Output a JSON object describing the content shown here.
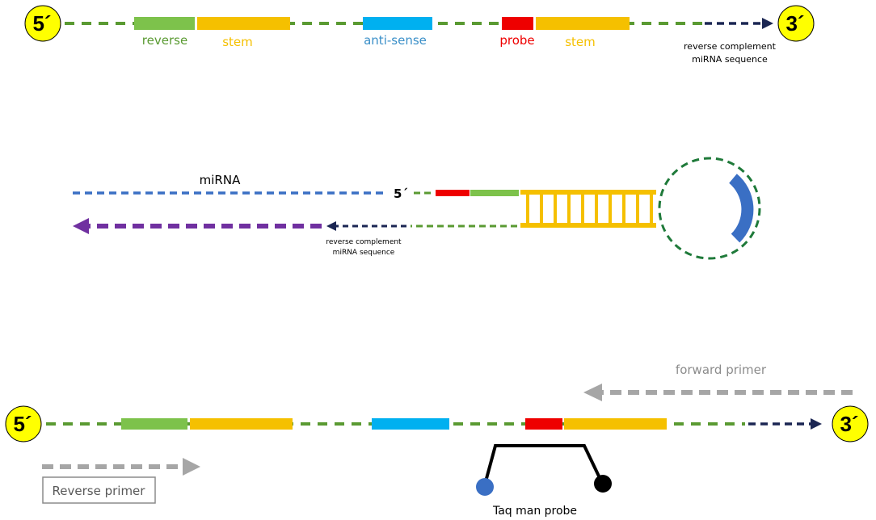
{
  "colors": {
    "green": "#5a9a32",
    "light_green": "#7dc24b",
    "orange": "#f5c000",
    "cyan": "#00b0f0",
    "red": "#ee0000",
    "navy": "#1b2653",
    "blue": "#3a6fc4",
    "purple": "#7030a0",
    "grey": "#a6a6a6",
    "yellow": "#ffff00",
    "black": "#000000"
  },
  "top": {
    "five_prime": "5´",
    "three_prime": "3´",
    "reverse": "reverse",
    "stem_left": "stem",
    "anti_sense": "anti-sense",
    "probe": "probe",
    "stem_right": "stem",
    "rc_line1": "reverse complement",
    "rc_line2": "miRNA sequence"
  },
  "middle": {
    "mirna": "miRNA",
    "five_prime": "5´",
    "rc_line1": "reverse complement",
    "rc_line2": "miRNA sequence"
  },
  "bottom": {
    "five_prime": "5´",
    "three_prime": "3´",
    "forward_primer": "forward primer",
    "reverse_primer": "Reverse primer",
    "taqman": "Taq man probe"
  }
}
